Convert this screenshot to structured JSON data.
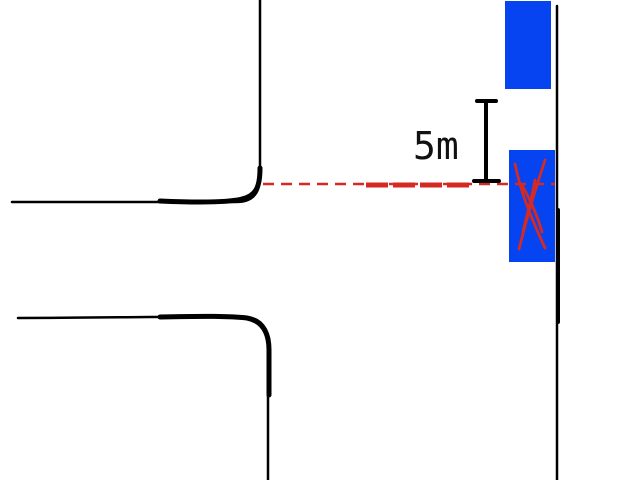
{
  "diagram": {
    "distance_label": "5m",
    "colors": {
      "road_edge": "#000000",
      "vehicle": "#0644f2",
      "cross": "#d52a22",
      "sight_line": "#d52a22",
      "background": "#ffffff"
    },
    "elements": [
      "road-edge",
      "parked-car",
      "forbidden-car",
      "sight-line",
      "distance-marker"
    ]
  }
}
